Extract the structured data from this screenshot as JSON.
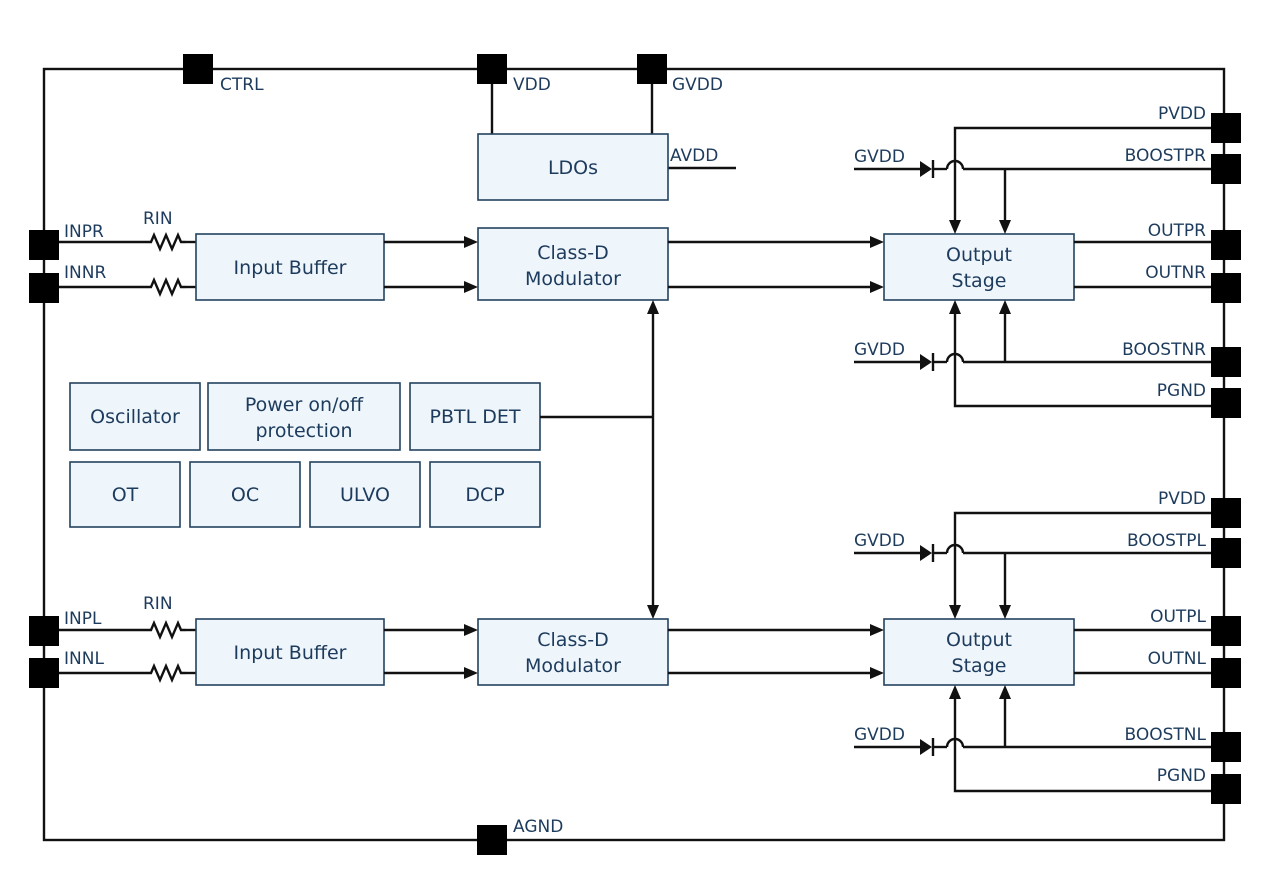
{
  "pins": {
    "ctrl": "CTRL",
    "vdd": "VDD",
    "gvdd": "GVDD",
    "agnd": "AGND",
    "inpr": "INPR",
    "innr": "INNR",
    "inpl": "INPL",
    "innl": "INNL",
    "pvdd_r": "PVDD",
    "boostpr": "BOOSTPR",
    "outpr": "OUTPR",
    "outnr": "OUTNR",
    "boostnr": "BOOSTNR",
    "pgnd_r": "PGND",
    "pvdd_l": "PVDD",
    "boostpl": "BOOSTPL",
    "outpl": "OUTPL",
    "outnl": "OUTNL",
    "boostnl": "BOOSTNL",
    "pgnd_l": "PGND"
  },
  "labels": {
    "avdd": "AVDD",
    "rin": "RIN",
    "gvdd": "GVDD"
  },
  "blocks": {
    "ldos": "LDOs",
    "input_buffer": "Input Buffer",
    "classd_line1": "Class-D",
    "classd_line2": "Modulator",
    "output_line1": "Output",
    "output_line2": "Stage",
    "oscillator": "Oscillator",
    "power_line1": "Power on/off",
    "power_line2": "protection",
    "pbtl_det": "PBTL DET",
    "ot": "OT",
    "oc": "OC",
    "ulvo": "ULVO",
    "dcp": "DCP"
  }
}
